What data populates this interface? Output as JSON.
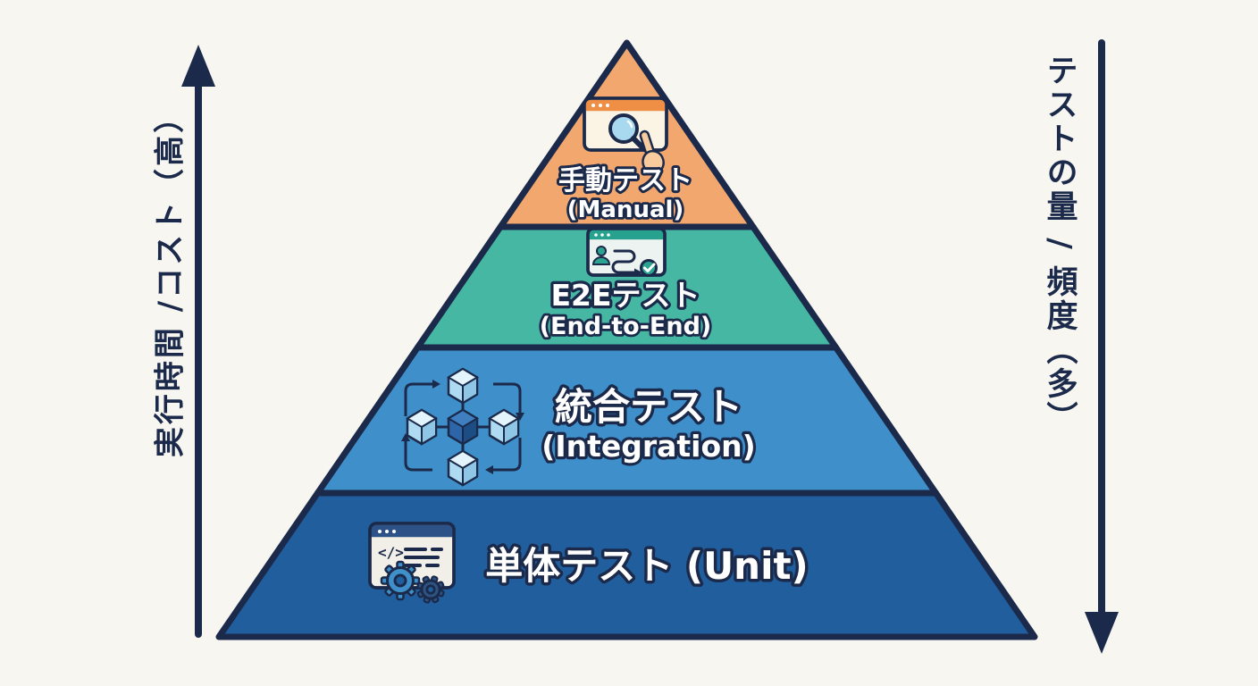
{
  "diagram": {
    "type": "testing-pyramid",
    "background_color": "#f8f6f1",
    "outline_color": "#1b2a4a"
  },
  "layers": [
    {
      "name": "manual",
      "title": "手動テスト",
      "subtitle": "(Manual)",
      "color": "#f2a76f",
      "icon": "manual-test-browser-magnifier-icon"
    },
    {
      "name": "e2e",
      "title": "E2Eテスト",
      "subtitle": "(End-to-End)",
      "color": "#45b7a3",
      "icon": "e2e-user-flow-check-icon"
    },
    {
      "name": "integration",
      "title": "統合テスト",
      "subtitle": "(Integration)",
      "color": "#3f8fca",
      "icon": "integration-linked-cubes-icon"
    },
    {
      "name": "unit",
      "title": "単体テスト (Unit)",
      "subtitle": "",
      "color": "#215e9e",
      "icon": "unit-code-window-gears-icon",
      "icon_glyph": "</>"
    }
  ],
  "axes": {
    "left": {
      "label": "実行時間 /コスト（高）",
      "direction": "up",
      "color": "#1b2a4a"
    },
    "right": {
      "label": "テストの量 / 頻度（多）",
      "direction": "down",
      "color": "#1b2a4a"
    }
  }
}
